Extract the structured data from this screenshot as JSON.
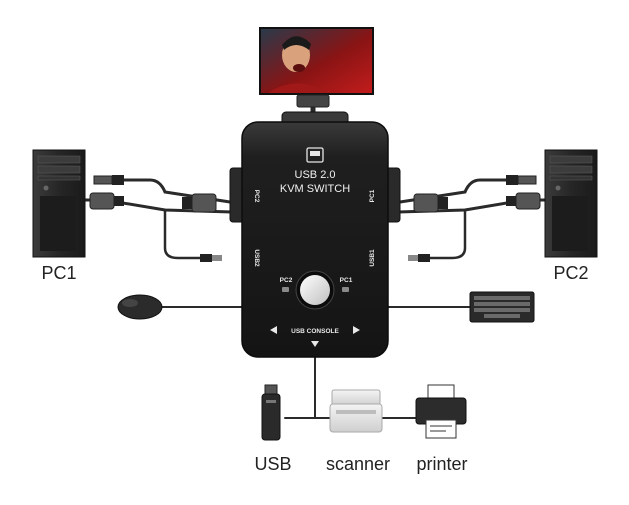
{
  "device": {
    "title_line1": "USB 2.0",
    "title_line2": "KVM SWITCH",
    "port_pc2": "PC2",
    "port_pc1": "PC1",
    "port_usb2": "USB2",
    "port_usb1": "USB1",
    "led_pc2": "PC2",
    "led_pc1": "PC1",
    "console_label": "USB CONSOLE"
  },
  "labels": {
    "pc_left": "PC1",
    "pc_right": "PC2",
    "usb": "USB",
    "scanner": "scanner",
    "printer": "printer"
  },
  "colors": {
    "switch_body": "#1d1d1d",
    "cable": "#2a2a2a",
    "tower": "#232323"
  },
  "icons": [
    "monitor-icon",
    "pc-tower-icon",
    "mouse-icon",
    "keyboard-icon",
    "usb-drive-icon",
    "scanner-icon",
    "printer-icon",
    "usb-symbol-icon"
  ]
}
